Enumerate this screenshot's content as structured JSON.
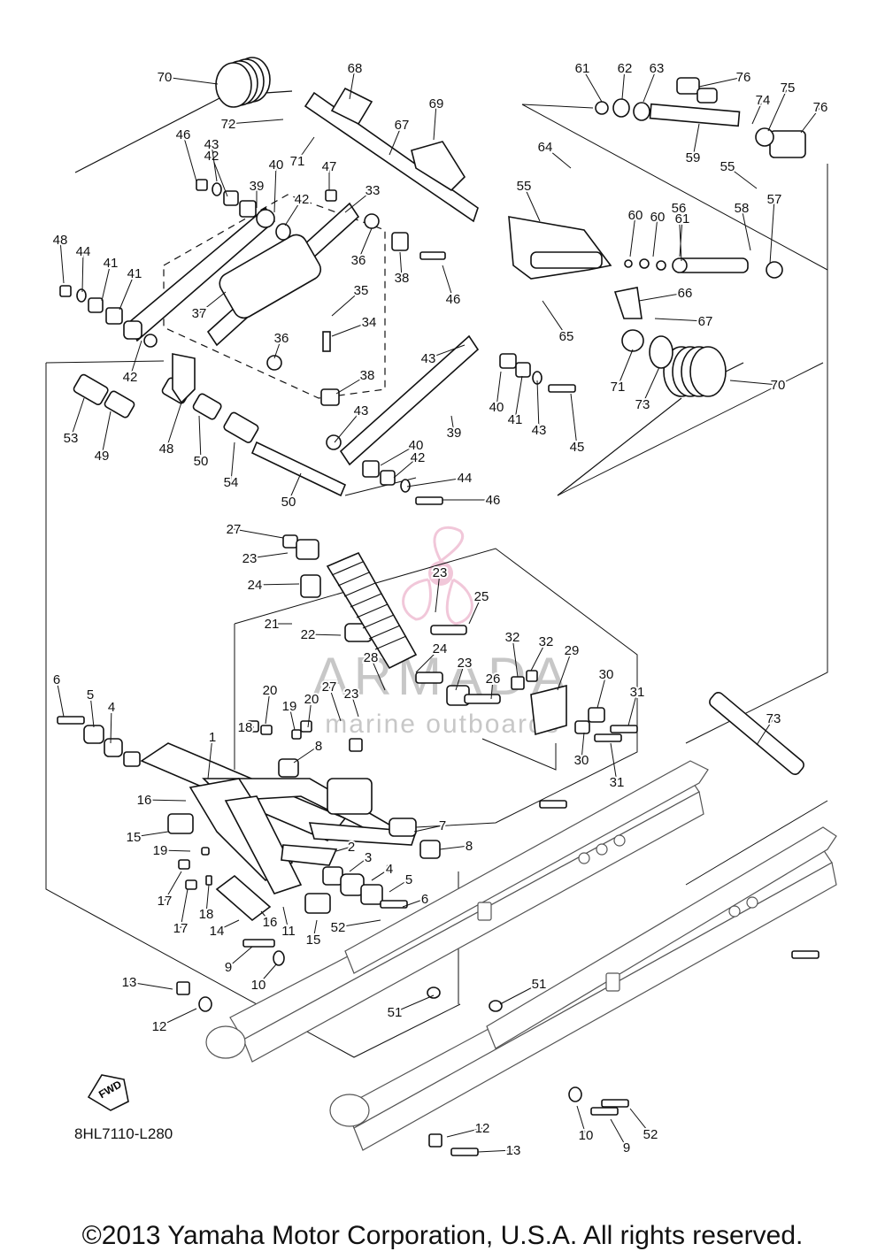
{
  "diagram": {
    "code": "8HL7110-L280",
    "copyright": "©2013 Yamaha Motor Corporation, U.S.A. All rights reserved.",
    "fwd_label": "FWD",
    "watermark": {
      "brand": "ARMADA",
      "tagline": "marine outboards",
      "color": "#e8a3c0"
    },
    "callouts": [
      "1",
      "2",
      "3",
      "3",
      "4",
      "4",
      "5",
      "5",
      "6",
      "6",
      "7",
      "8",
      "8",
      "9",
      "9",
      "10",
      "10",
      "11",
      "12",
      "12",
      "13",
      "13",
      "14",
      "15",
      "15",
      "16",
      "16",
      "17",
      "17",
      "18",
      "18",
      "19",
      "19",
      "20",
      "20",
      "21",
      "22",
      "23",
      "23",
      "23",
      "23",
      "24",
      "24",
      "25",
      "26",
      "27",
      "27",
      "28",
      "29",
      "30",
      "30",
      "31",
      "31",
      "32",
      "32",
      "33",
      "34",
      "35",
      "36",
      "36",
      "37",
      "38",
      "38",
      "39",
      "39",
      "40",
      "40",
      "40",
      "41",
      "41",
      "41",
      "42",
      "42",
      "42",
      "42",
      "43",
      "43",
      "43",
      "43",
      "44",
      "44",
      "45",
      "46",
      "46",
      "46",
      "47",
      "48",
      "48",
      "49",
      "50",
      "50",
      "51",
      "51",
      "52",
      "52",
      "53",
      "54",
      "55",
      "55",
      "56",
      "57",
      "58",
      "59",
      "60",
      "60",
      "61",
      "61",
      "62",
      "63",
      "64",
      "65",
      "66",
      "67",
      "67",
      "68",
      "69",
      "70",
      "70",
      "71",
      "71",
      "72",
      "73",
      "73",
      "74",
      "75",
      "76",
      "76"
    ]
  }
}
